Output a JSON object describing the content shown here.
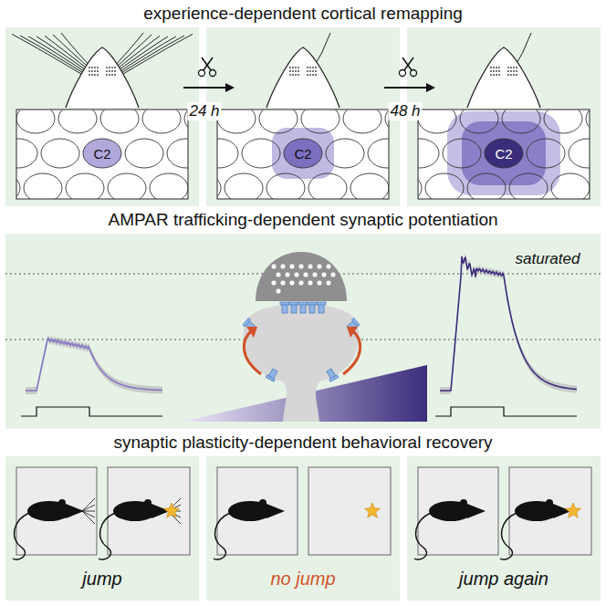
{
  "diagram": {
    "nodes": [
      {
        "text": [
          "experience-dependent cortical remapping"
        ]
      },
      {
        "text": [
          "AMPAR trafficking-dependent synaptic potentiation"
        ]
      },
      {
        "text": [
          "synaptic plasticity-dependent behavioral recovery"
        ]
      }
    ],
    "labels": [
      "24 h",
      "48 h",
      "C2",
      "C2",
      "C2",
      "saturated",
      "jump",
      "no jump",
      "jump again"
    ]
  }
}
